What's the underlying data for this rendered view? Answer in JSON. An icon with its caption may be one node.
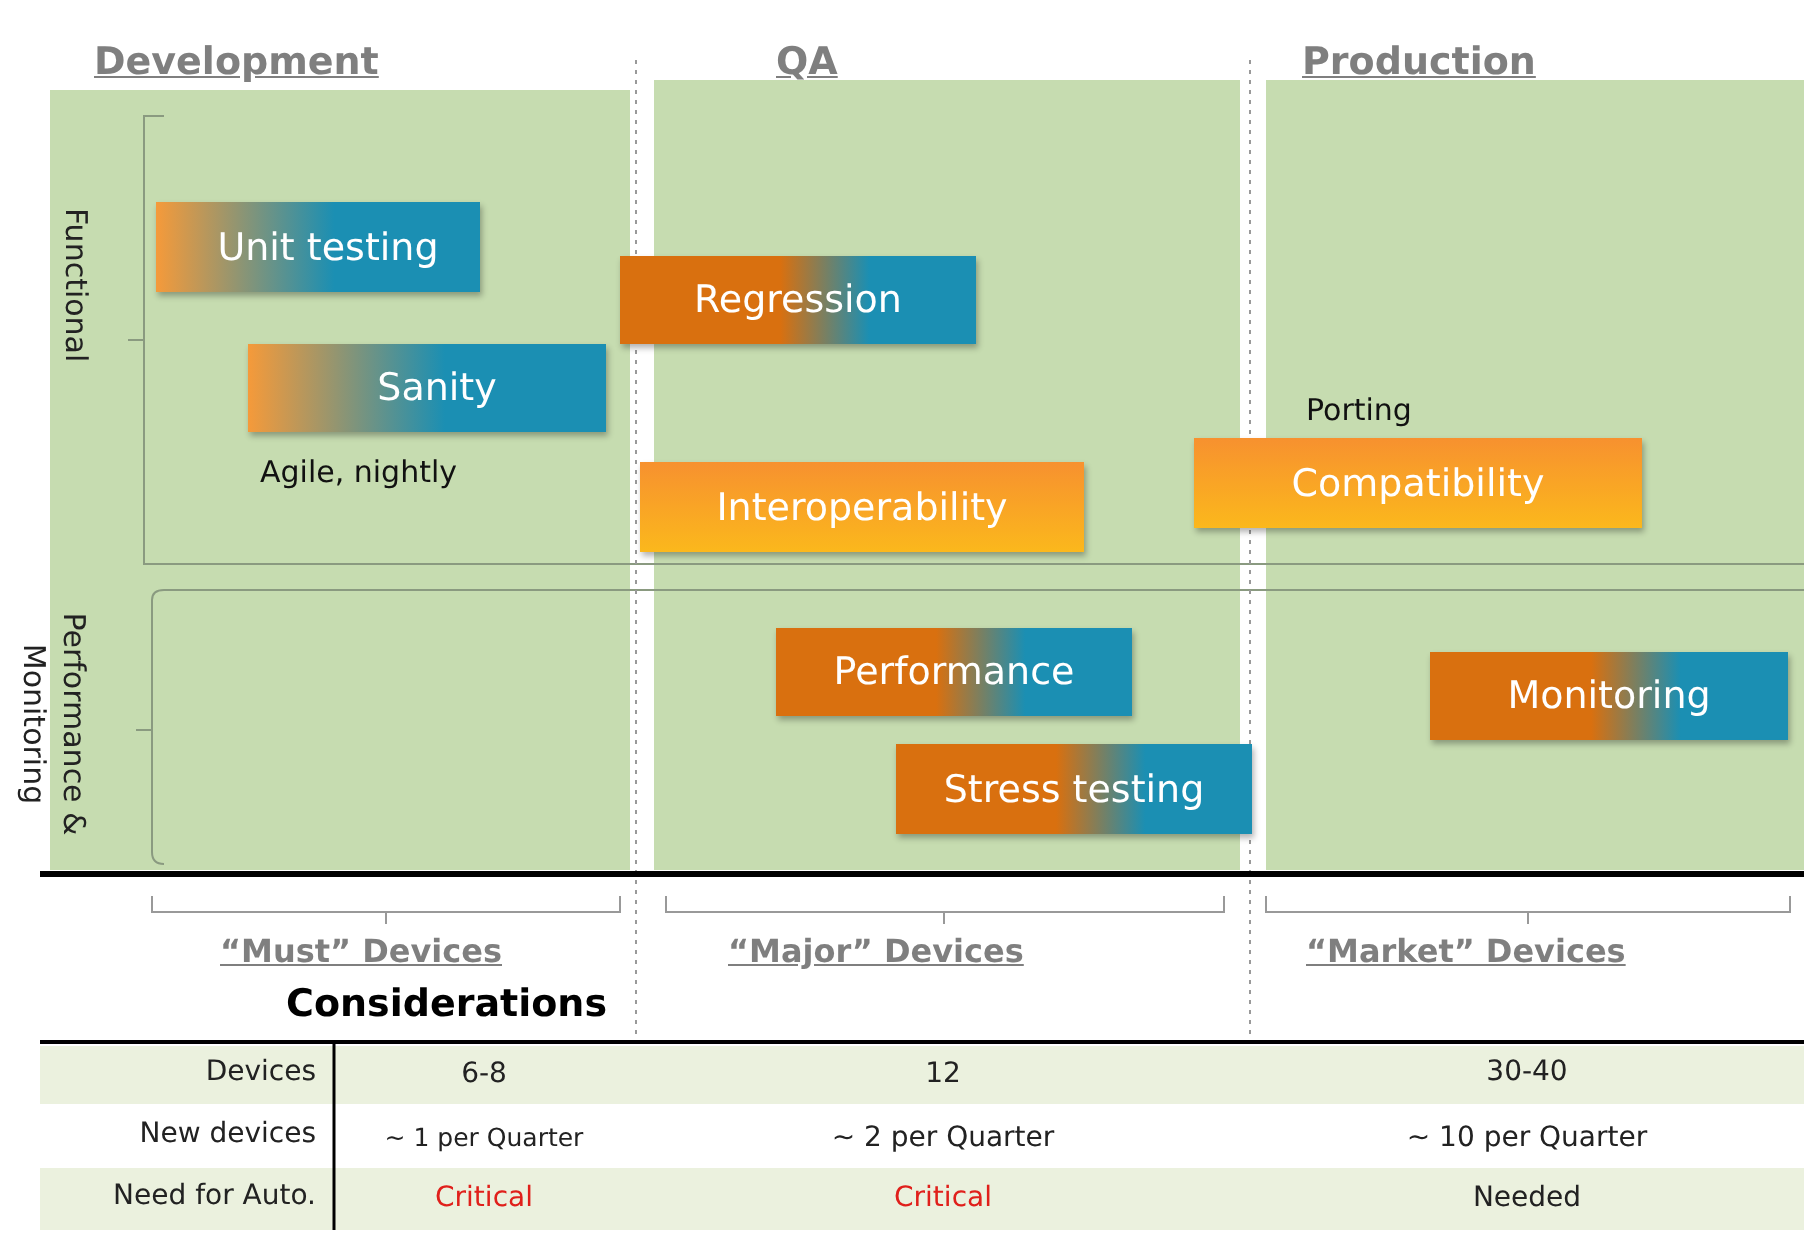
{
  "diagram": {
    "nodes": [
      {
        "text": [
          "Unit testing"
        ]
      },
      {
        "text": [
          "Regression"
        ]
      },
      {
        "text": [
          "Sanity"
        ],
        "beside": [
          "Agile, nightly"
        ]
      },
      {
        "text": [
          "Compatibility"
        ],
        "beside": [
          "Porting"
        ]
      },
      {
        "text": [
          "Interoperability"
        ]
      },
      {
        "text": [
          "Performance"
        ]
      },
      {
        "text": [
          "Monitoring"
        ]
      },
      {
        "text": [
          "Stress testing"
        ]
      }
    ],
    "edges": [],
    "labels": [
      "Development",
      "QA",
      "Production",
      "Functional",
      "Performance & Monitoring",
      "“Must” Devices",
      "“Major” Devices",
      "“Market” Devices",
      "Considerations",
      "Devices",
      "6-8",
      "12",
      "30-40",
      "New devices",
      "~ 1 per Quarter",
      "~ 2 per Quarter",
      "~ 10 per Quarter",
      "Need for Auto.",
      "Critical",
      "Critical",
      "Needed"
    ]
  }
}
